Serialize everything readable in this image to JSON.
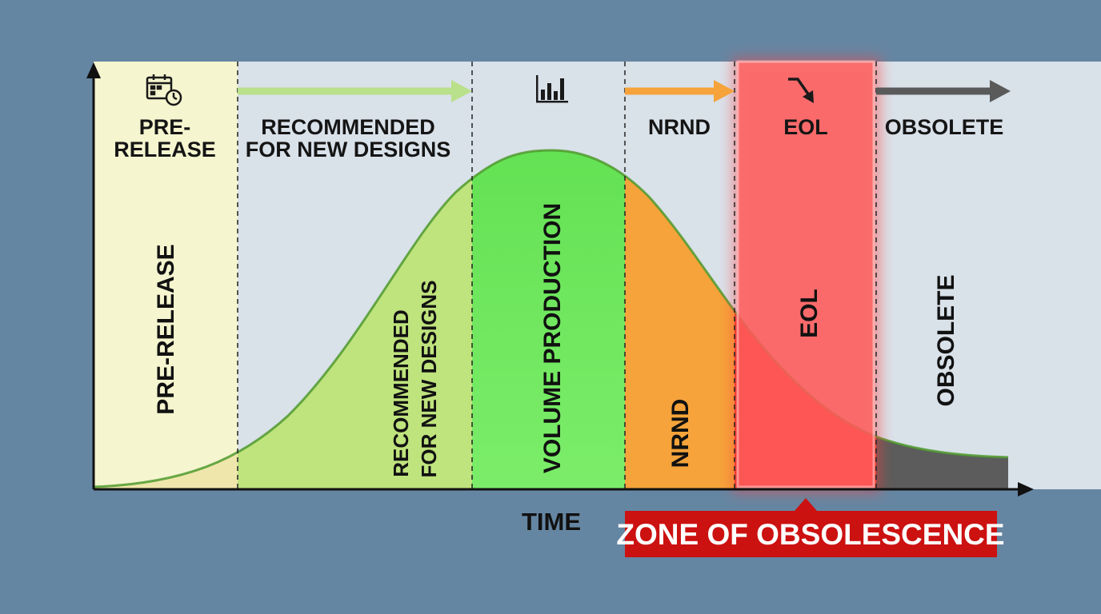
{
  "axes": {
    "x_label": "TIME"
  },
  "stages": [
    {
      "id": "pre-release",
      "header": [
        "PRE-",
        "RELEASE"
      ],
      "vertical": [
        "PRE-RELEASE"
      ],
      "icon": "calendar-clock-icon"
    },
    {
      "id": "recommended",
      "header": [
        "RECOMMENDED",
        "FOR NEW DESIGNS"
      ],
      "vertical": [
        "RECOMMENDED",
        "FOR NEW DESIGNS"
      ],
      "icon": ""
    },
    {
      "id": "volume",
      "header": [],
      "vertical": [
        "VOLUME PRODUCTION"
      ],
      "icon": "bar-chart-icon"
    },
    {
      "id": "nrnd",
      "header": [
        "NRND"
      ],
      "vertical": [
        "NRND"
      ],
      "icon": ""
    },
    {
      "id": "eol",
      "header": [
        "EOL"
      ],
      "vertical": [
        "EOL"
      ],
      "icon": "trend-down-arrow-icon"
    },
    {
      "id": "obsolete",
      "header": [
        "OBSOLETE"
      ],
      "vertical": [
        "OBSOLETE"
      ],
      "icon": ""
    }
  ],
  "callout": {
    "label": "ZONE OF OBSOLESCENCE"
  },
  "colors": {
    "background": "#6586a2",
    "panel": "#d9e1e9",
    "pre_release": "#f5f5cf",
    "recommended": "#bfe37d",
    "volume": "#6ee85e",
    "nrnd": "#f5a33a",
    "eol_highlight": "#ff6b6b",
    "eol_fill": "#ef3a2a",
    "obsolete": "#5a5a5a",
    "callout": "#cc1111"
  }
}
